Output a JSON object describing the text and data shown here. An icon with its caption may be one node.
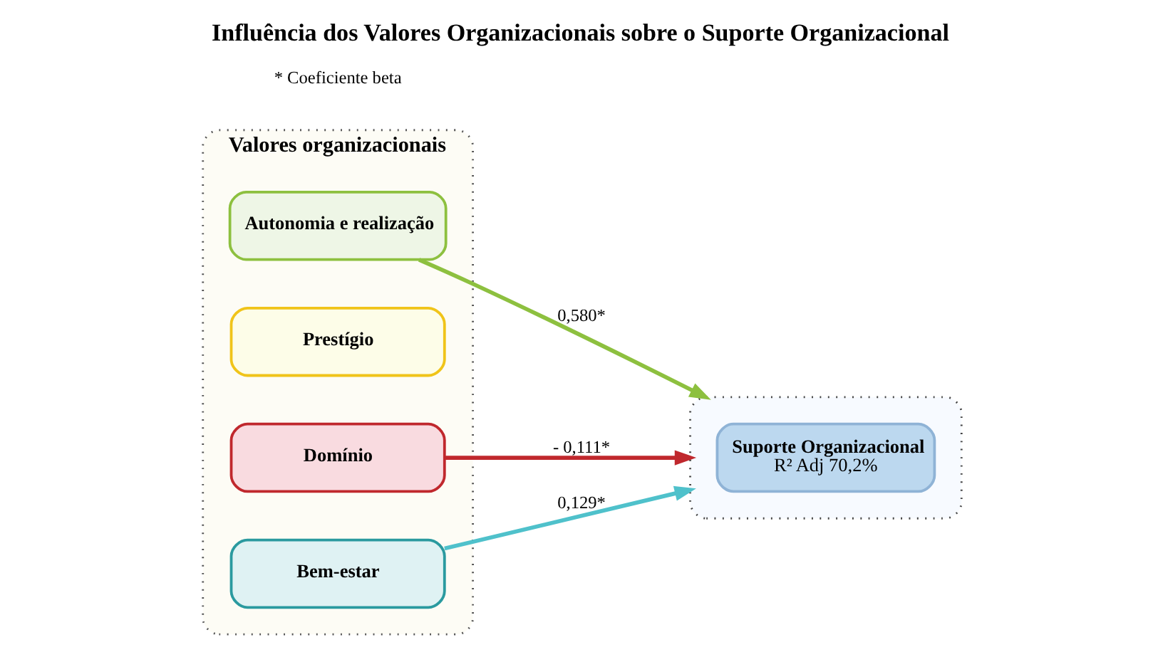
{
  "diagram": {
    "title": "Influência dos Valores Organizacionais sobre o Suporte Organizacional",
    "nodes": [
      {
        "text": [
          "Valores organizacionais"
        ]
      },
      {
        "text": [
          "Autonomia e realização"
        ],
        "in": 0
      },
      {
        "text": [
          "Prestígio"
        ],
        "in": 0
      },
      {
        "text": [
          "Domínio"
        ],
        "in": 0
      },
      {
        "text": [
          "Bem-estar"
        ],
        "in": 0
      },
      {
        "text": [],
        "shape": "box"
      },
      {
        "text": [
          "Suporte Organizacional",
          "R² Adj 70,2%"
        ],
        "in": 5
      }
    ],
    "edges": [
      {
        "from": 1,
        "to": 5,
        "arrow": "to",
        "label": "0,580*",
        "color": "#8dc03f"
      },
      {
        "from": 3,
        "to": 5,
        "arrow": "to",
        "label": "- 0,111*",
        "color": "#c0282d"
      },
      {
        "from": 4,
        "to": 5,
        "arrow": "to",
        "label": "0,129*",
        "color": "#4fc1cb"
      }
    ],
    "labels": [
      "* Coeficiente beta"
    ]
  }
}
